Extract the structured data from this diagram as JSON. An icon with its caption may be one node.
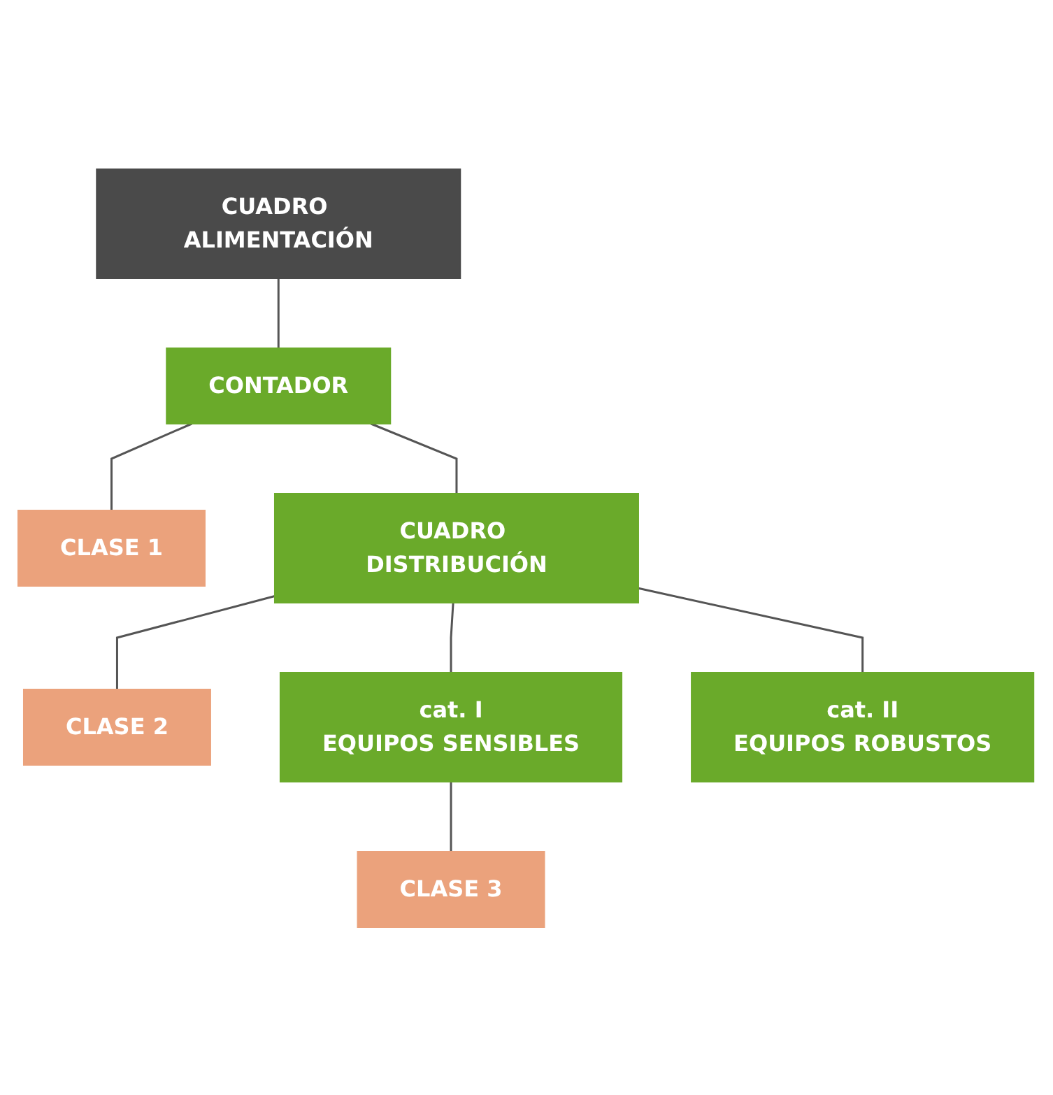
{
  "diagram": {
    "nodes": [
      {
        "text": [
          "CUADRO ALIMENTACIÓN"
        ]
      },
      {
        "text": [
          "CONTADOR"
        ]
      },
      {
        "text": [
          "CLASE 1"
        ]
      },
      {
        "text": [
          "CUADRO DISTRIBUCIÓN"
        ]
      },
      {
        "text": [
          "CLASE 2"
        ]
      },
      {
        "text": [
          "cat. I",
          "EQUIPOS SENSIBLES"
        ]
      },
      {
        "text": [
          "CLASE 3"
        ]
      },
      {
        "text": [
          "cat. II",
          "EQUIPOS ROBUSTOS"
        ]
      }
    ],
    "edges": [
      {
        "from": 0,
        "to": 1,
        "arrow": "none"
      },
      {
        "from": 1,
        "to": 2,
        "arrow": "none"
      },
      {
        "from": 1,
        "to": 3,
        "arrow": "none"
      },
      {
        "from": 3,
        "to": 4,
        "arrow": "none"
      },
      {
        "from": 3,
        "to": 5,
        "arrow": "none"
      },
      {
        "from": 3,
        "to": 7,
        "arrow": "none"
      },
      {
        "from": 5,
        "to": 6,
        "arrow": "none"
      }
    ]
  }
}
